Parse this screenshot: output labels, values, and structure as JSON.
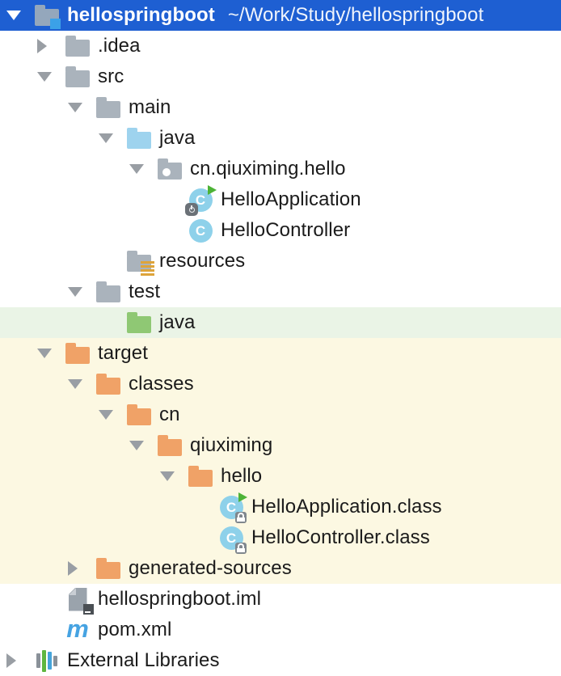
{
  "window": {
    "project_name": "hellospringboot",
    "project_path": "~/Work/Study/hellospringboot"
  },
  "icons": {
    "class_letter": "C",
    "maven_letter": "m"
  },
  "colors": {
    "selection_blue": "#1e5fd2",
    "excluded_row_yellow": "#fcf8e2",
    "test_row_green": "#eaf4e6",
    "folder_gray": "#aab3bc",
    "source_folder_blue": "#9ed3ee",
    "test_folder_green": "#8fc874",
    "excluded_folder_orange": "#f0a267",
    "class_circle_blue": "#8ed1ea",
    "run_arrow_green": "#4db336",
    "maven_blue": "#46a3e2",
    "resource_lines_amber": "#dda43b",
    "arrow_gray": "#999ea4"
  },
  "tree": {
    "rows": [
      {
        "id": "project-root",
        "label": "hellospringboot",
        "path": "~/Work/Study/hellospringboot",
        "level": 0,
        "arrow": "down",
        "icon": "project-folder",
        "selected": true,
        "bold": true
      },
      {
        "id": "idea",
        "label": ".idea",
        "level": 1,
        "arrow": "right",
        "icon": "folder-gray"
      },
      {
        "id": "src",
        "label": "src",
        "level": 1,
        "arrow": "down",
        "icon": "folder-gray"
      },
      {
        "id": "main",
        "label": "main",
        "level": 2,
        "arrow": "down",
        "icon": "folder-gray"
      },
      {
        "id": "java-main",
        "label": "java",
        "level": 3,
        "arrow": "down",
        "icon": "source-folder"
      },
      {
        "id": "package-cn-qiuximing-hello",
        "label": "cn.qiuximing.hello",
        "level": 4,
        "arrow": "down",
        "icon": "package"
      },
      {
        "id": "hello-application",
        "label": "HelloApplication",
        "level": 5,
        "arrow": "none",
        "icon": "runnable-class"
      },
      {
        "id": "hello-controller",
        "label": "HelloController",
        "level": 5,
        "arrow": "none",
        "icon": "java-class"
      },
      {
        "id": "resources",
        "label": "resources",
        "level": 3,
        "arrow": "none",
        "icon": "resources-folder"
      },
      {
        "id": "test",
        "label": "test",
        "level": 2,
        "arrow": "down",
        "icon": "folder-gray"
      },
      {
        "id": "java-test",
        "label": "java",
        "level": 3,
        "arrow": "none",
        "icon": "test-folder",
        "bg": "green"
      },
      {
        "id": "target",
        "label": "target",
        "level": 1,
        "arrow": "down",
        "icon": "excluded-folder",
        "bg": "yellow"
      },
      {
        "id": "classes",
        "label": "classes",
        "level": 2,
        "arrow": "down",
        "icon": "excluded-folder",
        "bg": "yellow"
      },
      {
        "id": "cn",
        "label": "cn",
        "level": 3,
        "arrow": "down",
        "icon": "excluded-folder",
        "bg": "yellow"
      },
      {
        "id": "qiuximing",
        "label": "qiuximing",
        "level": 4,
        "arrow": "down",
        "icon": "excluded-folder",
        "bg": "yellow"
      },
      {
        "id": "hello",
        "label": "hello",
        "level": 5,
        "arrow": "down",
        "icon": "excluded-folder",
        "bg": "yellow"
      },
      {
        "id": "hello-application-class",
        "label": "HelloApplication.class",
        "level": 6,
        "arrow": "none",
        "icon": "compiled-runnable-class",
        "bg": "yellow"
      },
      {
        "id": "hello-controller-class",
        "label": "HelloController.class",
        "level": 6,
        "arrow": "none",
        "icon": "compiled-class",
        "bg": "yellow"
      },
      {
        "id": "generated-sources",
        "label": "generated-sources",
        "level": 2,
        "arrow": "right",
        "icon": "excluded-folder",
        "bg": "yellow"
      },
      {
        "id": "hellospringboot-iml",
        "label": "hellospringboot.iml",
        "level": 1,
        "arrow": "none",
        "icon": "module-file"
      },
      {
        "id": "pom-xml",
        "label": "pom.xml",
        "level": 1,
        "arrow": "none",
        "icon": "maven"
      },
      {
        "id": "external-libraries",
        "label": "External Libraries",
        "level": 0,
        "arrow": "right",
        "icon": "libraries"
      }
    ]
  }
}
